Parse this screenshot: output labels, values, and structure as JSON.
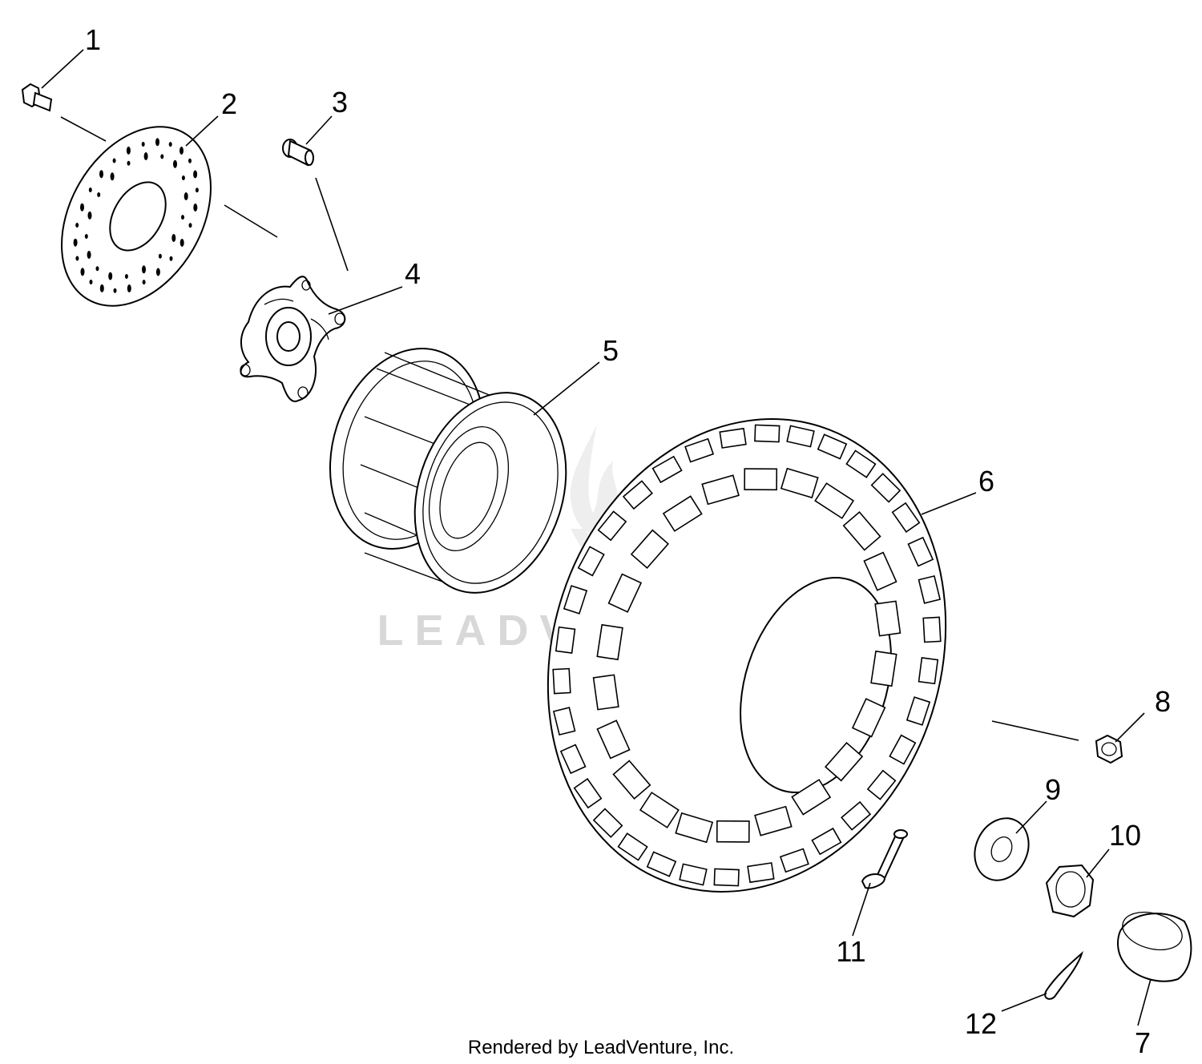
{
  "watermark": {
    "text": "LEADVENTURE"
  },
  "footer": {
    "credit": "Rendered by LeadVenture, Inc."
  },
  "callouts": [
    "1",
    "2",
    "3",
    "4",
    "5",
    "6",
    "7",
    "8",
    "9",
    "10",
    "11",
    "12"
  ]
}
